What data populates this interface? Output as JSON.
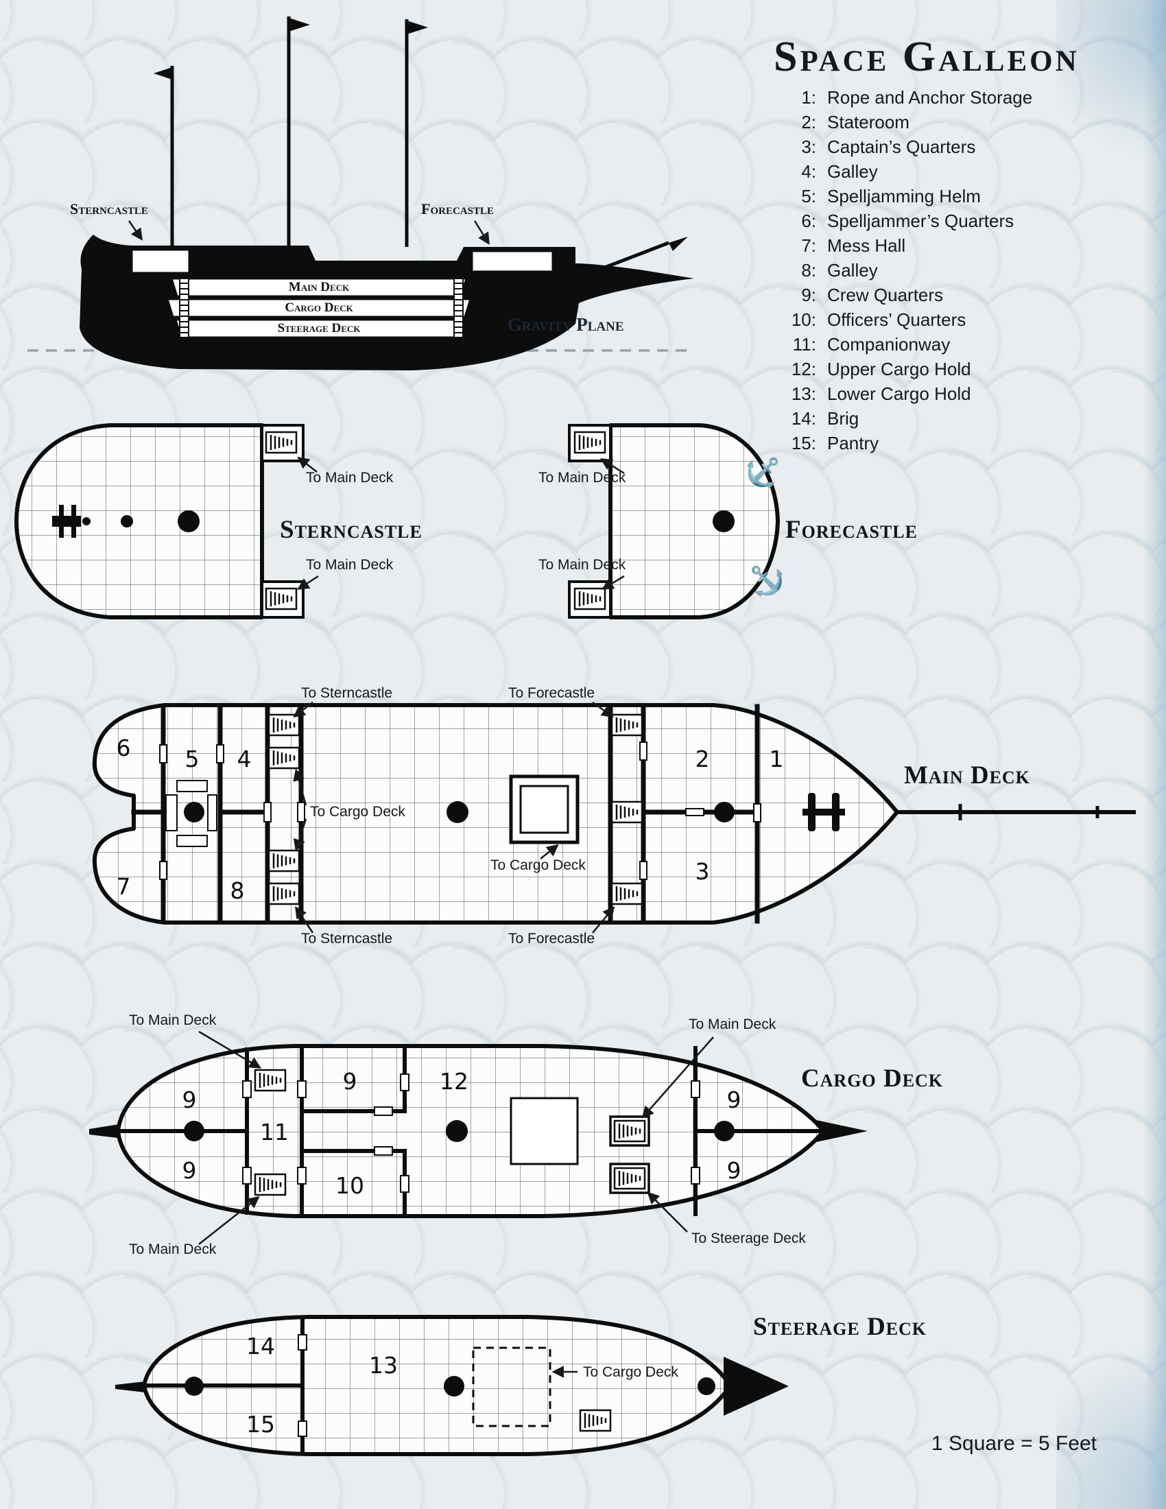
{
  "title": "Space Galleon",
  "scale_note": "1 Square = 5 Feet",
  "legend": {
    "items": [
      {
        "num": "1:",
        "label": "Rope and Anchor Storage"
      },
      {
        "num": "2:",
        "label": "Stateroom"
      },
      {
        "num": "3:",
        "label": "Captain’s Quarters"
      },
      {
        "num": "4:",
        "label": "Galley"
      },
      {
        "num": "5:",
        "label": "Spelljamming Helm"
      },
      {
        "num": "6:",
        "label": "Spelljammer’s Quarters"
      },
      {
        "num": "7:",
        "label": "Mess Hall"
      },
      {
        "num": "8:",
        "label": "Galley"
      },
      {
        "num": "9:",
        "label": "Crew Quarters"
      },
      {
        "num": "10:",
        "label": "Officers’ Quarters"
      },
      {
        "num": "11:",
        "label": "Companionway"
      },
      {
        "num": "12:",
        "label": "Upper Cargo Hold"
      },
      {
        "num": "13:",
        "label": "Lower Cargo Hold"
      },
      {
        "num": "14:",
        "label": "Brig"
      },
      {
        "num": "15:",
        "label": "Pantry"
      }
    ]
  },
  "side_view": {
    "sterncastle": "Sterncastle",
    "forecastle": "Forecastle",
    "gravity_plane": "Gravity Plane"
  },
  "deck_titles": {
    "sterncastle": "Sterncastle",
    "forecastle": "Forecastle",
    "main_deck": "Main Deck",
    "cargo_deck": "Cargo Deck",
    "steerage_deck": "Steerage Deck"
  },
  "nav": {
    "to_main_deck": "To Main Deck",
    "to_sterncastle": "To Sterncastle",
    "to_forecastle": "To Forecastle",
    "to_cargo_deck": "To Cargo Deck",
    "to_steerage_deck": "To Steerage Deck"
  },
  "rooms": {
    "n1": "1",
    "n2": "2",
    "n3": "3",
    "n4": "4",
    "n5": "5",
    "n6": "6",
    "n7": "7",
    "n8": "8",
    "n9": "9",
    "n10": "10",
    "n11": "11",
    "n12": "12",
    "n13": "13",
    "n14": "14",
    "n15": "15"
  }
}
